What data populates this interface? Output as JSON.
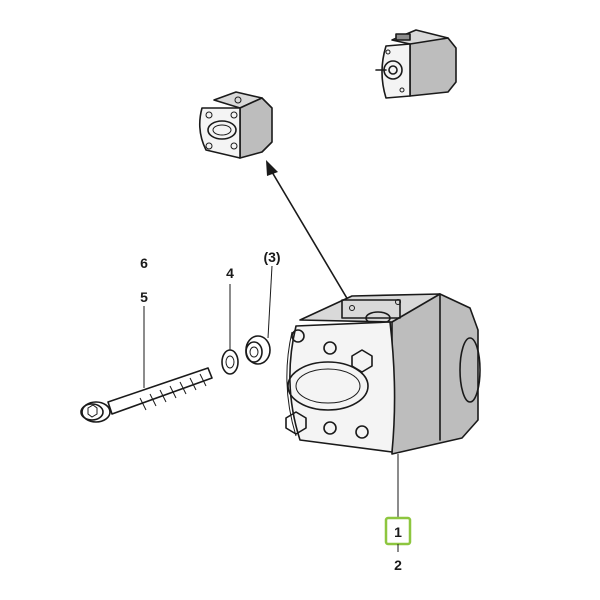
{
  "callouts": {
    "part_6": "6",
    "part_5": "5",
    "part_4": "4",
    "part_3": "(3)",
    "part_1": "1",
    "part_2": "2"
  },
  "highlight_color": "#8dc63f"
}
